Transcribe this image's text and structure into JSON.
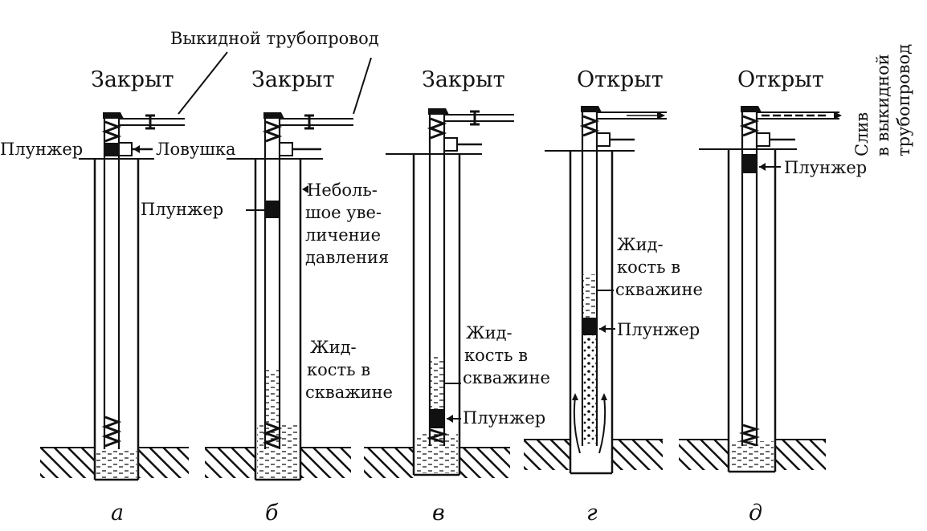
{
  "diagram": {
    "flowline_label": "Выкидной трубопровод",
    "discharge_label_line1": "Слив",
    "discharge_label_line2": "в выкидной",
    "discharge_label_line3": "трубопровод",
    "panels": [
      {
        "letter": "а",
        "state": "Закрыт",
        "labels": {
          "plunger": "Плунжер",
          "catcher": "Ловушка"
        }
      },
      {
        "letter": "б",
        "state": "Закрыт",
        "labels": {
          "plunger": "Плунжер",
          "pressure_1": "Неболь-",
          "pressure_2": "шое уве-",
          "pressure_3": "личение",
          "pressure_4": "давления",
          "fluid_1": "Жид-",
          "fluid_2": "кость в",
          "fluid_3": "скважине"
        }
      },
      {
        "letter": "в",
        "state": "Закрыт",
        "labels": {
          "fluid_1": "Жид-",
          "fluid_2": "кость в",
          "fluid_3": "скважине",
          "plunger": "Плунжер"
        }
      },
      {
        "letter": "г",
        "state": "Открыт",
        "labels": {
          "fluid_1": "Жид-",
          "fluid_2": "кость в",
          "fluid_3": "скважине",
          "plunger": "Плунжер"
        }
      },
      {
        "letter": "д",
        "state": "Открыт",
        "labels": {
          "plunger": "Плунжер"
        }
      }
    ]
  }
}
